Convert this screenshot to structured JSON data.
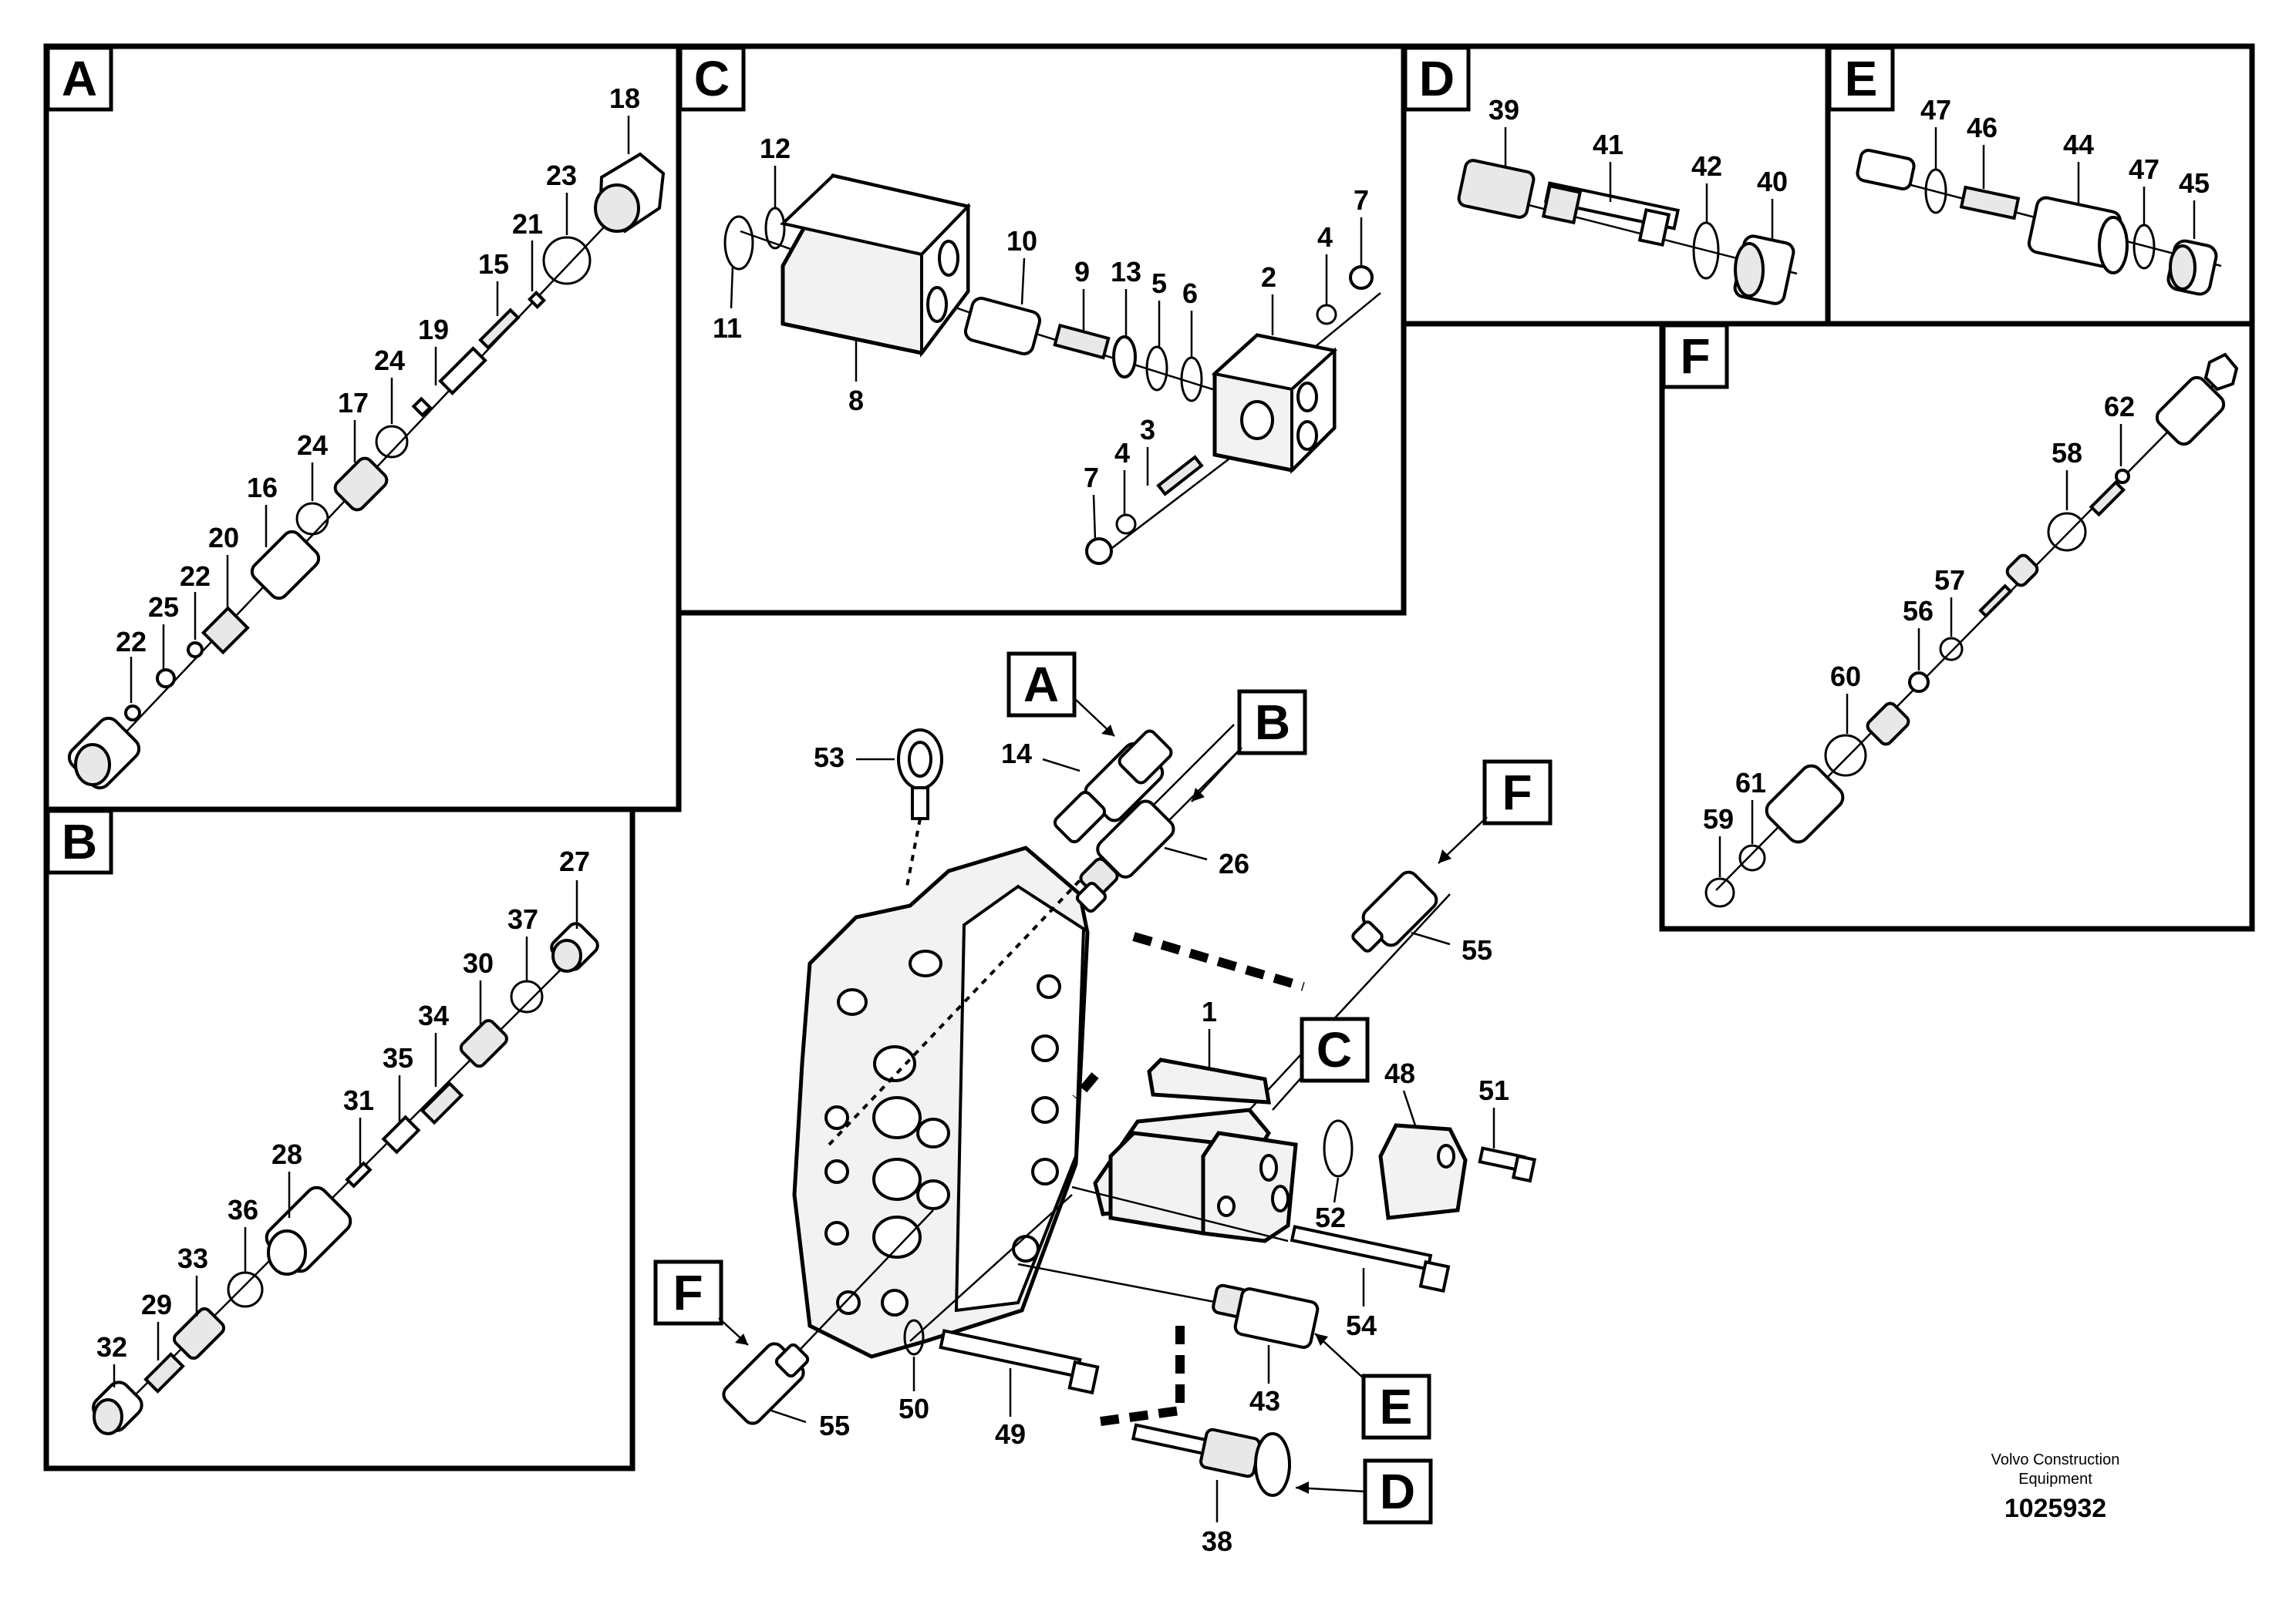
{
  "panels": {
    "A": "A",
    "B": "B",
    "C": "C",
    "D": "D",
    "E": "E",
    "F": "F"
  },
  "callouts": {
    "A": "A",
    "B": "B",
    "C": "C",
    "D": "D",
    "E": "E",
    "F1": "F",
    "F2": "F"
  },
  "labels": {
    "p1": "1",
    "p2": "2",
    "p3": "3",
    "p4a": "4",
    "p4b": "4",
    "p5": "5",
    "p6": "6",
    "p7a": "7",
    "p7b": "7",
    "p8": "8",
    "p9": "9",
    "p10": "10",
    "p11": "11",
    "p12": "12",
    "p13": "13",
    "p14": "14",
    "p15": "15",
    "p16": "16",
    "p17": "17",
    "p18": "18",
    "p19": "19",
    "p20": "20",
    "p21": "21",
    "p22a": "22",
    "p22b": "22",
    "p23": "23",
    "p24a": "24",
    "p24b": "24",
    "p25": "25",
    "p26": "26",
    "p27": "27",
    "p28": "28",
    "p29": "29",
    "p30": "30",
    "p31": "31",
    "p32": "32",
    "p33": "33",
    "p34": "34",
    "p35": "35",
    "p36": "36",
    "p37": "37",
    "p38": "38",
    "p39": "39",
    "p40": "40",
    "p41": "41",
    "p42": "42",
    "p43": "43",
    "p44": "44",
    "p45": "45",
    "p46": "46",
    "p47a": "47",
    "p47b": "47",
    "p48": "48",
    "p49": "49",
    "p50": "50",
    "p51": "51",
    "p52": "52",
    "p53": "53",
    "p54": "54",
    "p55a": "55",
    "p55b": "55",
    "p56": "56",
    "p57": "57",
    "p58": "58",
    "p59": "59",
    "p60": "60",
    "p61": "61",
    "p62": "62"
  },
  "footer": {
    "brand_line1": "Volvo Construction",
    "brand_line2": "Equipment",
    "drawing_number": "1025932"
  }
}
